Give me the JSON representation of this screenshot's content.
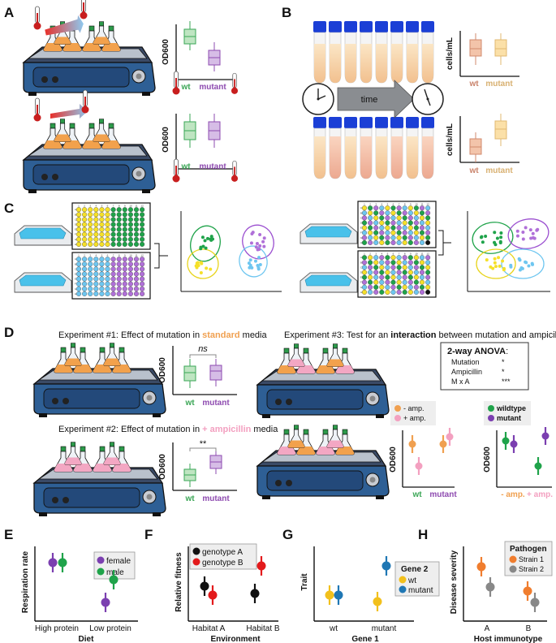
{
  "panels": [
    "A",
    "B",
    "C",
    "D",
    "E",
    "F",
    "G",
    "H"
  ],
  "colors": {
    "wt": "#3aa655",
    "mutant": "#8e4bb0",
    "orange": "#f0a050",
    "pink": "#f3a0c0",
    "blue": "#1f77b4",
    "gold": "#f2c01c",
    "gray": "#888888",
    "red": "#e31a1c",
    "green": "#1fa34a",
    "purple": "#7b3fb0",
    "yellow": "#f5e02a",
    "cyan": "#6ec6f0"
  },
  "A": {
    "ylabel": "OD600",
    "x1": "wt",
    "x2": "mutant"
  },
  "B": {
    "ylabel": "cells/mL",
    "x1": "wt",
    "x2": "mutant",
    "time": "time"
  },
  "D": {
    "exp1_pre": "Experiment #1: Effect of mutation in ",
    "exp1_hi": "standard",
    "exp1_post": " media",
    "exp2_pre": "Experiment #2: Effect of mutation in ",
    "exp2_hi": "+ ampicillin",
    "exp2_post": " media",
    "exp3_pre": "Experiment #3: Test for an ",
    "exp3_hi": "interaction",
    "exp3_post": " between mutation and ampicillin",
    "ns": "ns",
    "sig": "**",
    "ylabel": "OD600",
    "wt": "wt",
    "mutant": "mutant",
    "anova_title": "2-way ANOVA",
    "anova_colon": ":",
    "anova_rows": [
      {
        "term": "Mutation",
        "sig": "*"
      },
      {
        "term": "Ampicillin",
        "sig": "*"
      },
      {
        "term": "M x A",
        "sig": "***"
      }
    ],
    "leg_minus": "- amp.",
    "leg_plus": "+ amp.",
    "leg_wt": "wildtype",
    "leg_mut": "mutant",
    "x_minus": "- amp.",
    "x_plus": "+ amp."
  },
  "E": {
    "ylabel": "Respiration rate",
    "xlabel": "Diet",
    "x1": "High protein",
    "x2": "Low protein",
    "leg1": "female",
    "leg2": "male"
  },
  "F": {
    "ylabel": "Relative fitness",
    "xlabel": "Environment",
    "x1": "Habitat A",
    "x2": "Habitat B",
    "leg1": "genotype A",
    "leg2": "genotype B"
  },
  "G": {
    "ylabel": "Trait",
    "xlabel": "Gene 1",
    "x1": "wt",
    "x2": "mutant",
    "leg_title": "Gene 2",
    "leg1": "wt",
    "leg2": "mutant"
  },
  "H": {
    "ylabel": "Disease severity",
    "xlabel": "Host immunotype",
    "x1": "A",
    "x2": "B",
    "leg_title": "Pathogen",
    "leg1": "Strain 1",
    "leg2": "Strain 2"
  },
  "plate_cols": [
    "1",
    "2",
    "3",
    "4",
    "5",
    "6",
    "7",
    "8",
    "9",
    "10",
    "11",
    "12"
  ],
  "plate_rows": [
    "A",
    "B",
    "C",
    "D",
    "E",
    "F",
    "G",
    "H"
  ]
}
